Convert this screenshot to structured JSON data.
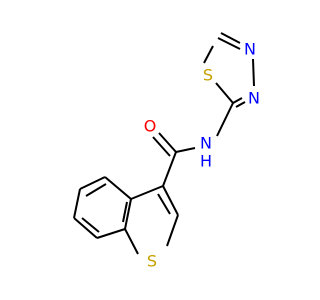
{
  "molecule": {
    "atoms": {
      "O": {
        "symbol": "O",
        "color": "#ff0000"
      },
      "N_amide": {
        "symbol": "N",
        "color": "#0000ff"
      },
      "H_amide": {
        "symbol": "H",
        "color": "#0000ff"
      },
      "S_thiadiazole": {
        "symbol": "S",
        "color": "#c8a000"
      },
      "N_ring_a": {
        "symbol": "N",
        "color": "#0000ff"
      },
      "N_ring_b": {
        "symbol": "N",
        "color": "#0000ff"
      },
      "S_thiophene": {
        "symbol": "S",
        "color": "#c8a000"
      }
    },
    "bond_color": "#000000"
  }
}
